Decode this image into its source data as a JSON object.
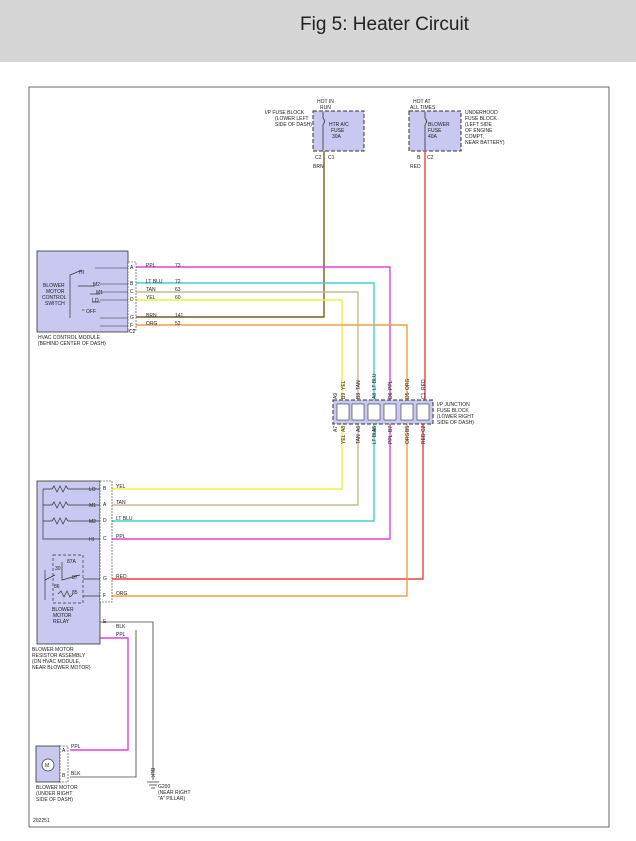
{
  "page": {
    "title": "Fig 5: Heater Circuit"
  },
  "diagram": {
    "top": {
      "hot_in_run": [
        "HOT IN",
        "RUN"
      ],
      "hot_at_all_times": [
        "HOT AT",
        "ALL TIMES"
      ],
      "ip_fuse_block": [
        "I/P FUSE BLOCK",
        "(LOWER LEFT",
        "SIDE OF DASH)"
      ],
      "htr_fuse": [
        "HTR A/C",
        "FUSE",
        "30A"
      ],
      "c2c1_left": [
        "C2",
        "C1"
      ],
      "brn_top": "BRN",
      "underhood_block": [
        "UNDERHOOD",
        "FUSE BLOCK",
        "(LEFT SIDE",
        "OF ENGINE",
        "COMPT,",
        "NEAR BATTERY)"
      ],
      "blower_fuse": [
        "BLOWER",
        "FUSE",
        "40A"
      ],
      "bc2_right": [
        "B",
        "C2"
      ],
      "red_top": "RED"
    },
    "control": {
      "switch_label": [
        "BLOWER",
        "MOTOR",
        "CONTROL",
        "SWITCH"
      ],
      "positions": [
        "HI",
        "M2",
        "M1",
        "LO",
        "OFF"
      ],
      "module_label": [
        "HVAC CONTROL MODULE",
        "(BEHIND CENTER OF DASH)"
      ],
      "connector": "C2",
      "pins": [
        {
          "pin": "A",
          "color": "PPL",
          "circuit": "73"
        },
        {
          "pin": "B",
          "color": "LT BLU",
          "circuit": "72"
        },
        {
          "pin": "C",
          "color": "TAN",
          "circuit": "63"
        },
        {
          "pin": "D",
          "color": "YEL",
          "circuit": "60"
        },
        {
          "pin": "G",
          "color": "BRN",
          "circuit": "141"
        },
        {
          "pin": "F",
          "color": "ORG",
          "circuit": "52"
        }
      ]
    },
    "junction": {
      "label": [
        "I/P JUNCTION",
        "FUSE BLOCK",
        "(LOWER RIGHT",
        "SIDE OF DASH)"
      ],
      "top_pins": [
        "A9",
        "B9",
        "B8",
        "A8",
        "D6",
        "D5",
        "C1"
      ],
      "top_colors": [
        "YEL",
        "TAN",
        "LT BLU",
        "PPL",
        "ORG",
        "RED"
      ],
      "bottom_pins": [
        "A7",
        "A8",
        "A6",
        "A5",
        "B7",
        "B5",
        "C2"
      ],
      "bottom_colors": [
        "YEL",
        "TAN",
        "LT BLU",
        "PPL",
        "ORG",
        "RED"
      ]
    },
    "resistor": {
      "taps": [
        "LO",
        "M1",
        "M2",
        "HI"
      ],
      "pins": [
        {
          "pin": "B",
          "color": "YEL"
        },
        {
          "pin": "A",
          "color": "TAN"
        },
        {
          "pin": "D",
          "color": "LT BLU"
        },
        {
          "pin": "C",
          "color": "PPL"
        },
        {
          "pin": "G",
          "color": "RED"
        },
        {
          "pin": "F",
          "color": "ORG"
        },
        {
          "pin": "E",
          "color": "BLK"
        }
      ],
      "relay_label": [
        "BLOWER",
        "MOTOR",
        "RELAY"
      ],
      "relay_pins": [
        "87A",
        "30",
        "87",
        "86",
        "85"
      ],
      "assembly_label": [
        "BLOWER MOTOR",
        "RESISTOR ASSEMBLY",
        "(ON HVAC MODULE,",
        "NEAR BLOWER MOTOR)"
      ],
      "blk_label": "BLK",
      "ppl_label": "PPL"
    },
    "motor": {
      "symbol": "M",
      "pins": [
        {
          "pin": "A",
          "color": "PPL"
        },
        {
          "pin": "B",
          "color": "BLK"
        }
      ],
      "label": [
        "BLOWER MOTOR",
        "(UNDER RIGHT",
        "SIDE OF DASH)"
      ]
    },
    "ground": {
      "wire": "BLK",
      "label": [
        "G200",
        "(NEAR RIGHT",
        "\"A\" PILLAR)"
      ]
    },
    "figure_id": "202251"
  },
  "colors": {
    "ppl": "#e040e0",
    "lt_blu": "#40d0d0",
    "tan": "#c8b890",
    "yel": "#f0f040",
    "brn": "#7a5a20",
    "org": "#f0a040",
    "red": "#f04040",
    "blk": "#707070",
    "fill": "#c8c8f0"
  }
}
